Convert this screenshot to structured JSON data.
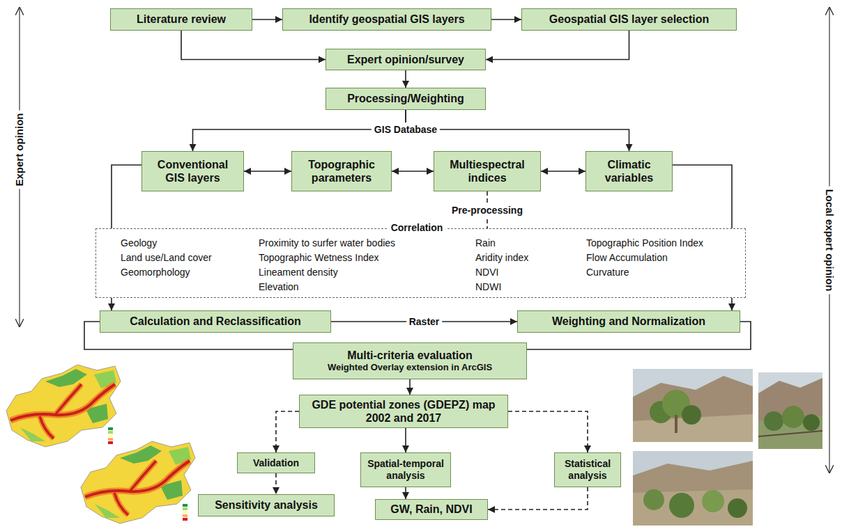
{
  "diagram": {
    "nodes": [
      {
        "text": [
          "Literature review"
        ]
      },
      {
        "text": [
          "Identify geospatial GIS layers"
        ]
      },
      {
        "text": [
          "Geospatial GIS layer selection"
        ]
      },
      {
        "text": [
          "Expert opinion/survey"
        ]
      },
      {
        "text": [
          "Processing/Weighting"
        ]
      },
      {
        "text": [
          "Conventional GIS layers"
        ]
      },
      {
        "text": [
          "Topographic parameters"
        ]
      },
      {
        "text": [
          "Multiespectral indices"
        ]
      },
      {
        "text": [
          "Climatic variables"
        ]
      },
      {
        "text": [
          "Correlation",
          "Geology",
          "Land use/Land cover",
          "Geomorphology",
          "Proximity to surfer water bodies",
          "Topographic Wetness Index",
          "Lineament density",
          "Elevation",
          "Rain",
          "Aridity index",
          "NDVI",
          "NDWI",
          "Topographic Position Index",
          "Flow Accumulation",
          "Curvature"
        ]
      },
      {
        "text": [
          "Calculation and Reclassification"
        ]
      },
      {
        "text": [
          "Weighting and Normalization"
        ]
      },
      {
        "text": [
          "Multi-criteria evaluation",
          "Weighted Overlay extension in ArcGIS"
        ]
      },
      {
        "text": [
          "GDE potential zones (GDEPZ) map 2002 and 2017"
        ]
      },
      {
        "text": [
          "Validation"
        ]
      },
      {
        "text": [
          "Spatial-temporal analysis"
        ]
      },
      {
        "text": [
          "Statistical analysis"
        ]
      },
      {
        "text": [
          "Sensitivity analysis"
        ]
      },
      {
        "text": [
          "GW, Rain, NDVI"
        ]
      }
    ],
    "edges": [
      {
        "from": 0,
        "to": 1,
        "arrow": "to"
      },
      {
        "from": 1,
        "to": 2,
        "arrow": "to"
      },
      {
        "from": 0,
        "to": 3,
        "arrow": "to"
      },
      {
        "from": 2,
        "to": 3,
        "arrow": "to"
      },
      {
        "from": 3,
        "to": 4,
        "arrow": "to"
      },
      {
        "from": 4,
        "to": 5,
        "arrow": "to"
      },
      {
        "from": 4,
        "to": 8,
        "arrow": "to"
      },
      {
        "from": 5,
        "to": 6,
        "arrow": "both"
      },
      {
        "from": 6,
        "to": 7,
        "arrow": "both"
      },
      {
        "from": 7,
        "to": 8,
        "arrow": "both"
      },
      {
        "from": 7,
        "to": 9,
        "arrow": "none",
        "label": "Pre-processing"
      },
      {
        "from": 5,
        "to": 10,
        "arrow": "to"
      },
      {
        "from": 8,
        "to": 11,
        "arrow": "to"
      },
      {
        "from": 10,
        "to": 11,
        "arrow": "to",
        "label": "Raster"
      },
      {
        "from": 10,
        "to": 12,
        "arrow": "none"
      },
      {
        "from": 11,
        "to": 12,
        "arrow": "none"
      },
      {
        "from": 12,
        "to": 13,
        "arrow": "to"
      },
      {
        "from": 13,
        "to": 14,
        "arrow": "to"
      },
      {
        "from": 13,
        "to": 15,
        "arrow": "to"
      },
      {
        "from": 13,
        "to": 16,
        "arrow": "to"
      },
      {
        "from": 14,
        "to": 17,
        "arrow": "to"
      },
      {
        "from": 15,
        "to": 18,
        "arrow": "to"
      },
      {
        "from": 16,
        "to": 18,
        "arrow": "to"
      }
    ],
    "labels": [
      "Expert opinion",
      "GIS Database",
      "Local expert opinion"
    ]
  }
}
